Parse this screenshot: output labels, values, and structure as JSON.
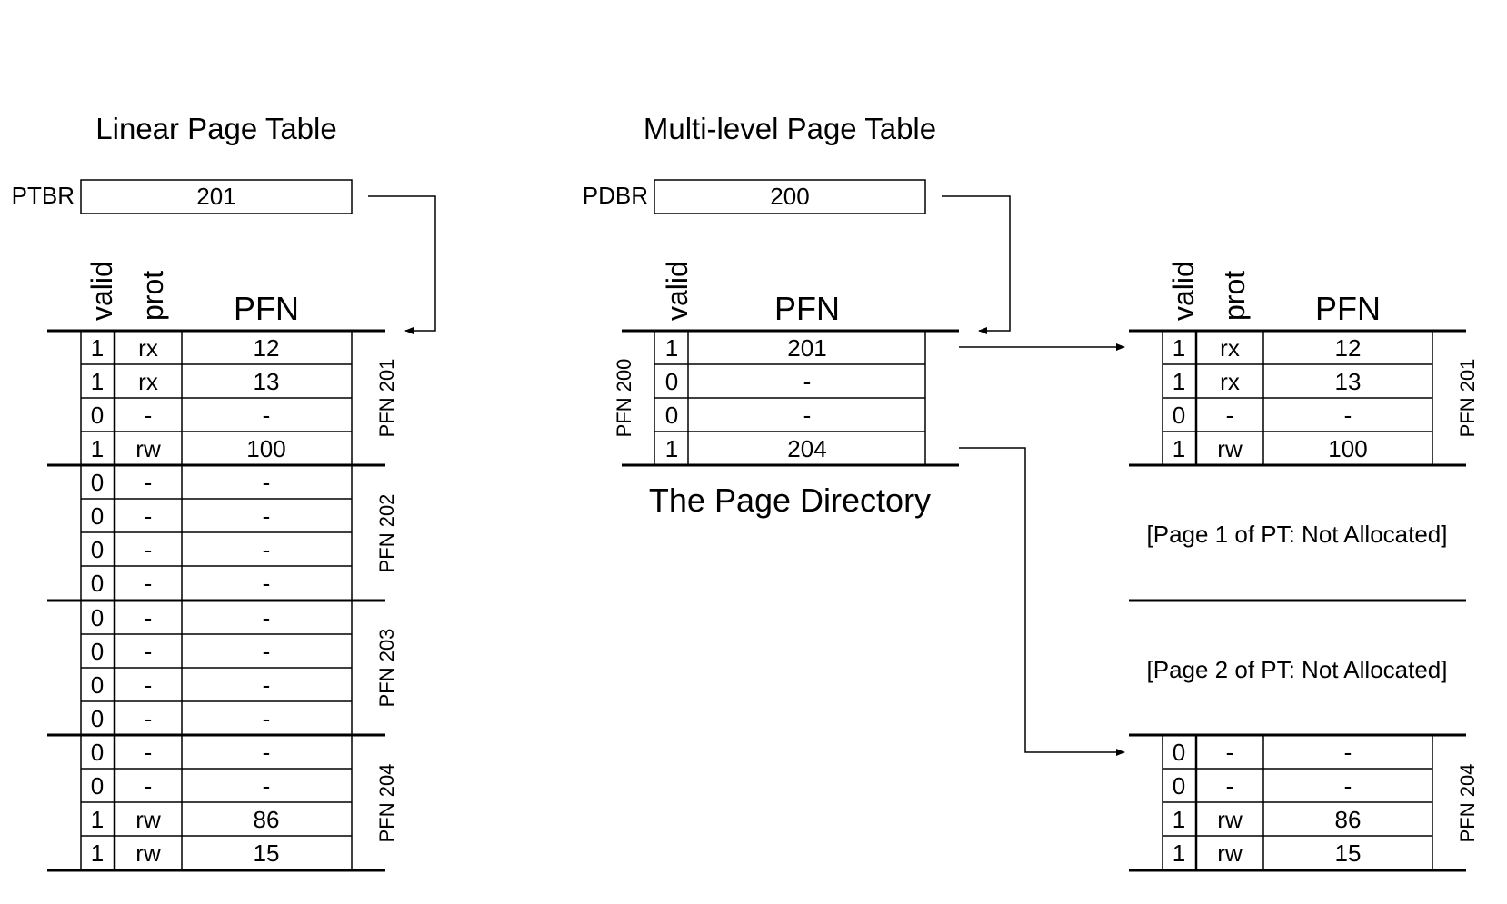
{
  "linear": {
    "title": "Linear Page Table",
    "register_label": "PTBR",
    "register_value": "201",
    "headers": {
      "valid": "valid",
      "prot": "prot",
      "pfn": "PFN"
    },
    "pages": [
      {
        "label": "PFN 201",
        "rows": [
          [
            "1",
            "rx",
            "12"
          ],
          [
            "1",
            "rx",
            "13"
          ],
          [
            "0",
            "-",
            "-"
          ],
          [
            "1",
            "rw",
            "100"
          ]
        ]
      },
      {
        "label": "PFN 202",
        "rows": [
          [
            "0",
            "-",
            "-"
          ],
          [
            "0",
            "-",
            "-"
          ],
          [
            "0",
            "-",
            "-"
          ],
          [
            "0",
            "-",
            "-"
          ]
        ]
      },
      {
        "label": "PFN 203",
        "rows": [
          [
            "0",
            "-",
            "-"
          ],
          [
            "0",
            "-",
            "-"
          ],
          [
            "0",
            "-",
            "-"
          ],
          [
            "0",
            "-",
            "-"
          ]
        ]
      },
      {
        "label": "PFN 204",
        "rows": [
          [
            "0",
            "-",
            "-"
          ],
          [
            "0",
            "-",
            "-"
          ],
          [
            "1",
            "rw",
            "86"
          ],
          [
            "1",
            "rw",
            "15"
          ]
        ]
      }
    ]
  },
  "multi": {
    "title": "Multi-level Page Table",
    "register_label": "PDBR",
    "register_value": "200",
    "directory": {
      "headers": {
        "valid": "valid",
        "pfn": "PFN"
      },
      "label": "PFN 200",
      "caption": "The Page Directory",
      "rows": [
        [
          "1",
          "201"
        ],
        [
          "0",
          "-"
        ],
        [
          "0",
          "-"
        ],
        [
          "1",
          "204"
        ]
      ]
    },
    "pt_headers": {
      "valid": "valid",
      "prot": "prot",
      "pfn": "PFN"
    },
    "pt_page0": {
      "label": "PFN 201",
      "rows": [
        [
          "1",
          "rx",
          "12"
        ],
        [
          "1",
          "rx",
          "13"
        ],
        [
          "0",
          "-",
          "-"
        ],
        [
          "1",
          "rw",
          "100"
        ]
      ]
    },
    "pt_page1_note": "[Page 1 of PT: Not Allocated]",
    "pt_page2_note": "[Page 2 of PT: Not Allocated]",
    "pt_page3": {
      "label": "PFN 204",
      "rows": [
        [
          "0",
          "-",
          "-"
        ],
        [
          "0",
          "-",
          "-"
        ],
        [
          "1",
          "rw",
          "86"
        ],
        [
          "1",
          "rw",
          "15"
        ]
      ]
    }
  }
}
